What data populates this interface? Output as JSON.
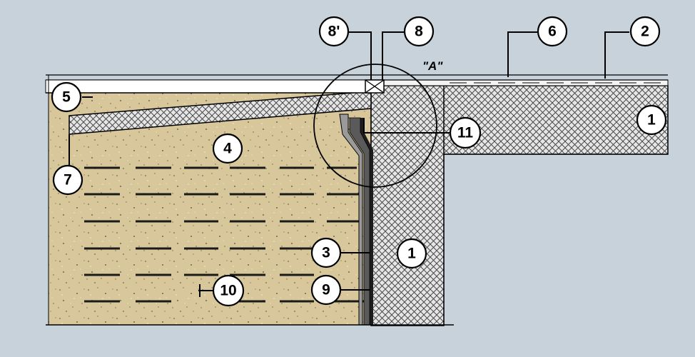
{
  "diagram": {
    "detail_label": "\"A\"",
    "callouts": [
      {
        "id": "c1a",
        "label": "1"
      },
      {
        "id": "c1b",
        "label": "1"
      },
      {
        "id": "c2",
        "label": "2"
      },
      {
        "id": "c3",
        "label": "3"
      },
      {
        "id": "c4",
        "label": "4"
      },
      {
        "id": "c5",
        "label": "5"
      },
      {
        "id": "c6",
        "label": "6"
      },
      {
        "id": "c7",
        "label": "7"
      },
      {
        "id": "c8",
        "label": "8"
      },
      {
        "id": "c8p",
        "label": "8'"
      },
      {
        "id": "c9",
        "label": "9"
      },
      {
        "id": "c10",
        "label": "10"
      },
      {
        "id": "c11",
        "label": "11"
      }
    ],
    "colors": {
      "background": "#c7d2da",
      "soil": "#d8c79a",
      "soil_speckle": "#8f8466",
      "concrete": "#e4e4e4",
      "hatch": "#4a4a4a",
      "line": "#000000",
      "callout_fill": "#ffffff"
    }
  }
}
